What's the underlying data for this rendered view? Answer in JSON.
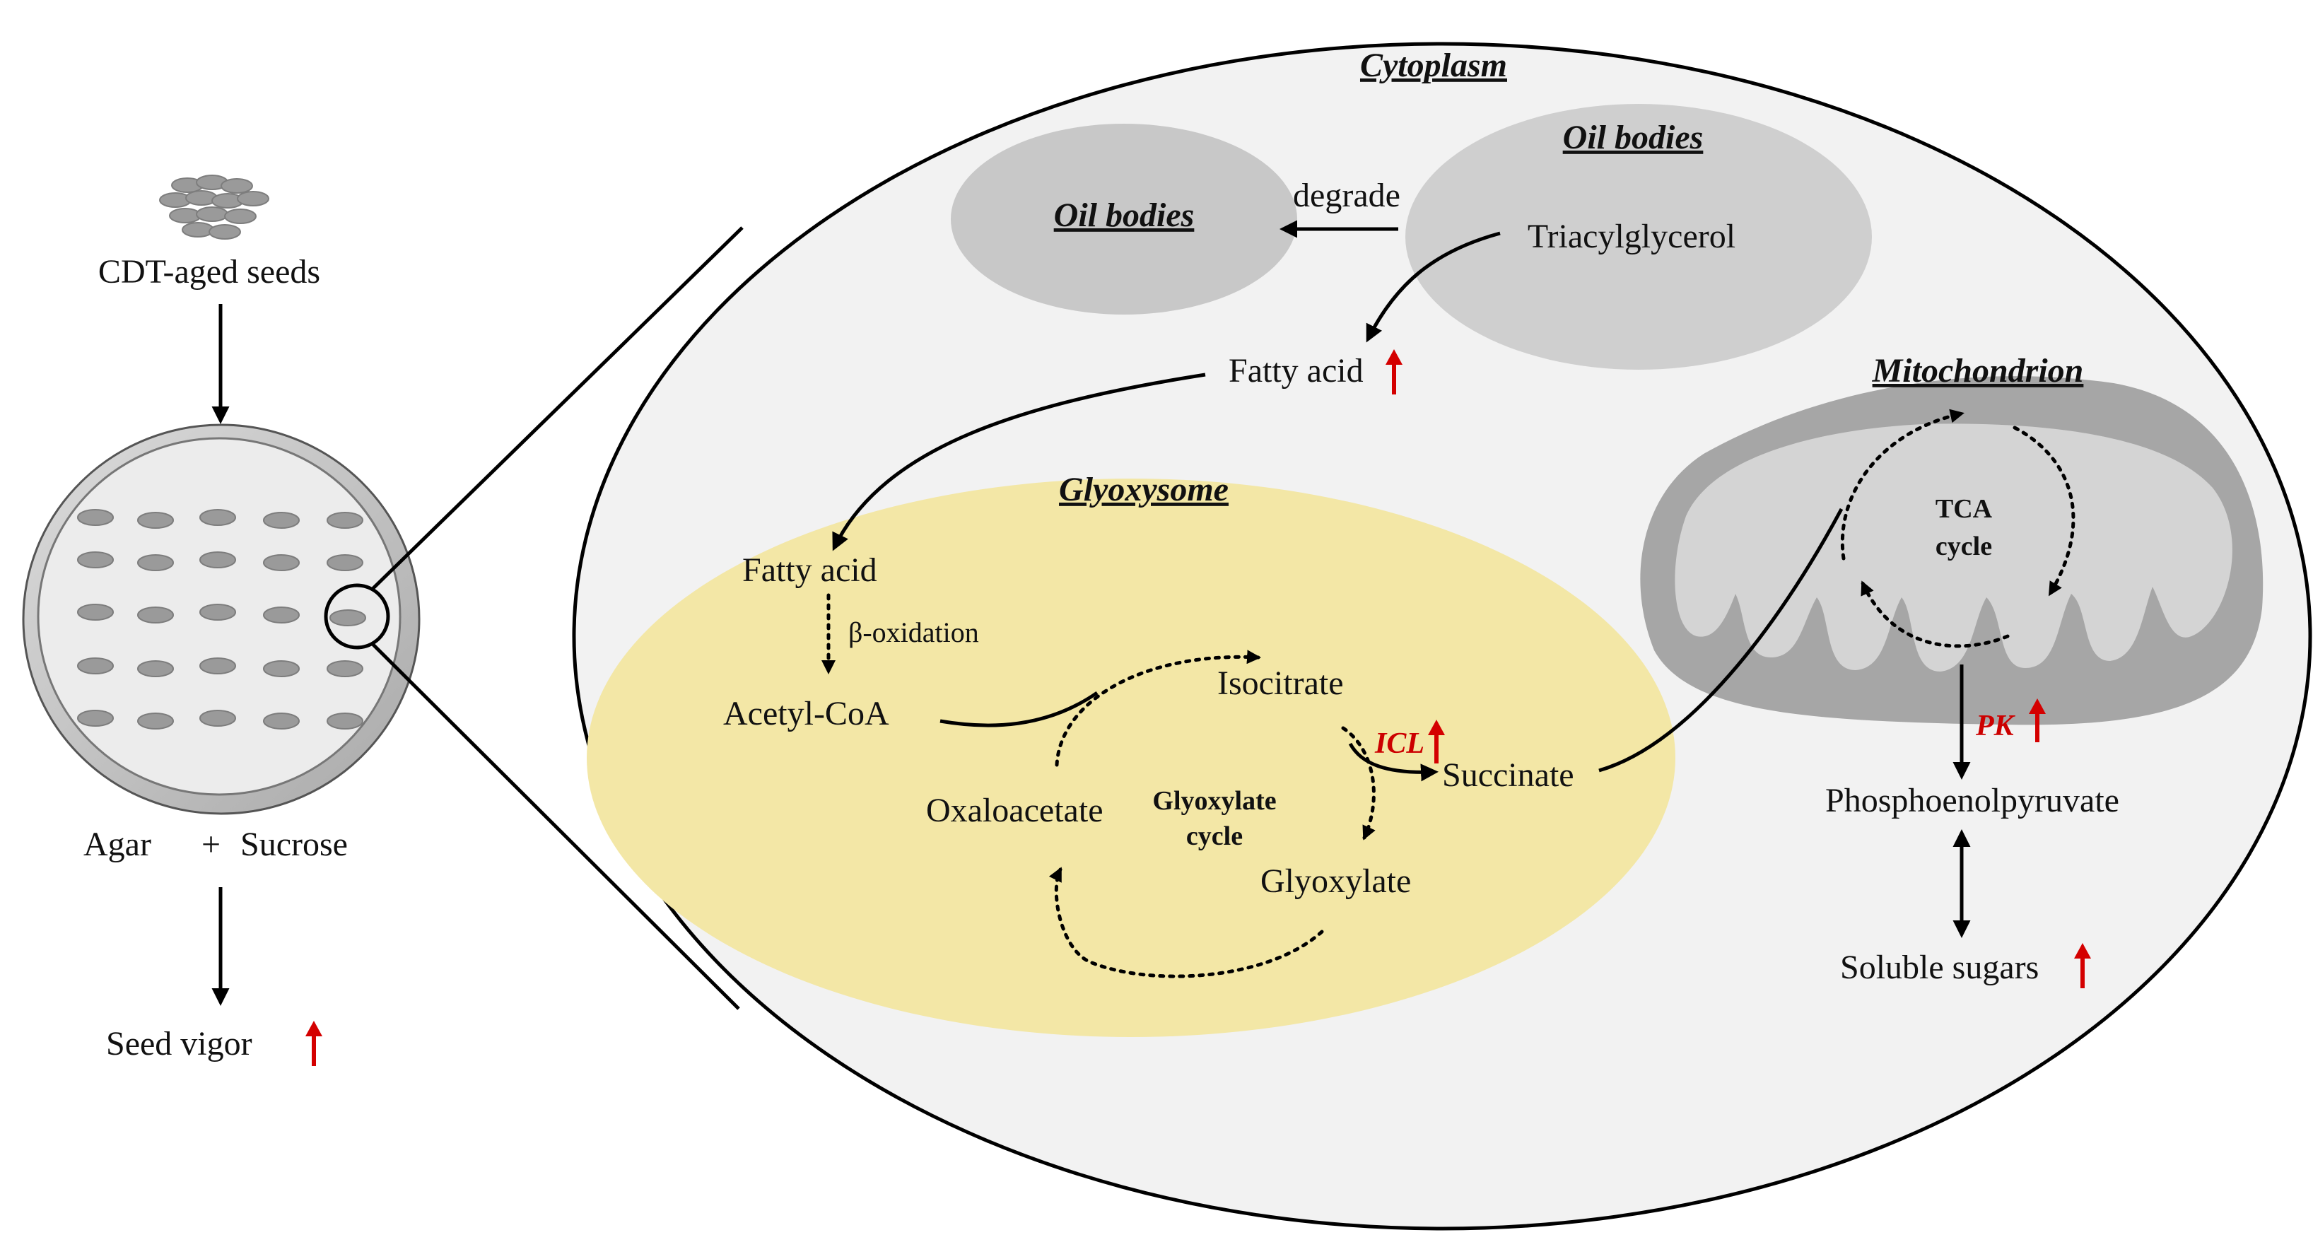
{
  "labels": {
    "cdt_aged_seeds": "CDT-aged seeds",
    "agar": "Agar",
    "plus": "+",
    "sucrose": "Sucrose",
    "seed_vigor": "Seed vigor",
    "cytoplasm": "Cytoplasm",
    "oil_bodies_left": "Oil bodies",
    "oil_bodies_right": "Oil bodies",
    "degrade": "degrade",
    "triacylglycerol": "Triacylglycerol",
    "fatty_acid_cytoplasm": "Fatty acid",
    "glyoxysome": "Glyoxysome",
    "fatty_acid_glyoxysome": "Fatty acid",
    "beta_oxidation": "β-oxidation",
    "acetyl_coa": "Acetyl-CoA",
    "isocitrate": "Isocitrate",
    "oxaloacetate": "Oxaloacetate",
    "glyoxylate_cycle_line1": "Glyoxylate",
    "glyoxylate_cycle_line2": "cycle",
    "glyoxylate": "Glyoxylate",
    "icl": "ICL",
    "succinate": "Succinate",
    "mitochondrion": "Mitochondrion",
    "tca_line1": "TCA",
    "tca_line2": "cycle",
    "pk": "PK",
    "phosphoenolpyruvate": "Phosphoenolpyruvate",
    "soluble_sugars": "Soluble sugars"
  },
  "colors": {
    "cytoplasm_fill": "#f2f2f2",
    "oil_body_left": "#c8c8c8",
    "oil_body_right": "#cfcfcf",
    "glyoxysome_fill": "#f3e7a6",
    "mitochondrion_outer": "#a6a6a6",
    "mitochondrion_inner": "#d4d4d4",
    "upregulated": "#d40000",
    "seed": "#9a9a9a"
  },
  "icons": {
    "increase": "red-up-arrow-icon",
    "seeds": "seed-cluster-icon",
    "dish": "petri-dish-icon"
  }
}
